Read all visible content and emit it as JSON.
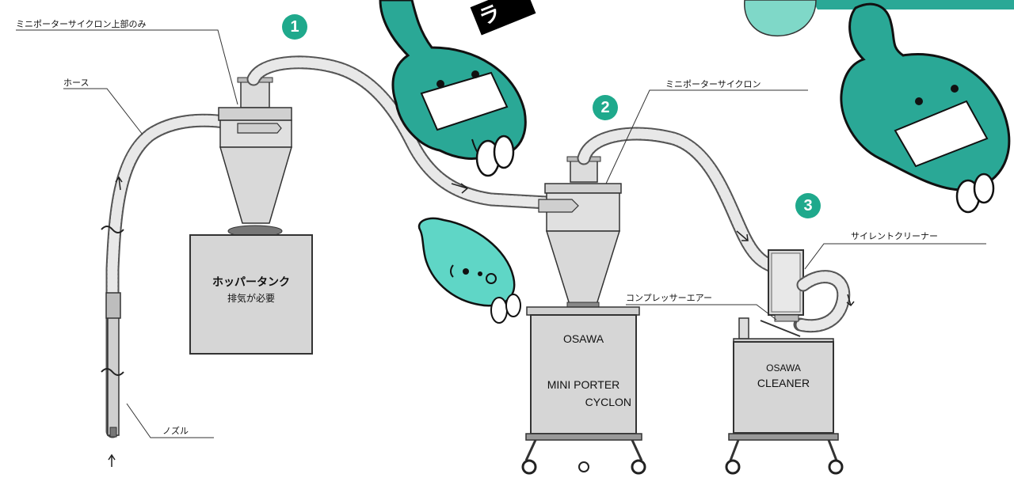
{
  "labels": {
    "top_only": "ミニポーターサイクロン上部のみ",
    "hose": "ホース",
    "nozzle": "ノズル",
    "mini_porter": "ミニポーターサイクロン",
    "silent_cleaner": "サイレントクリーナー",
    "compressor_air": "コンプレッサーエアー"
  },
  "hopper": {
    "line1": "ホッパータンク",
    "line2": "排気が必要"
  },
  "cyclone_unit": {
    "line1": "OSAWA",
    "line2": "MINI PORTER",
    "line3": "CYCLON"
  },
  "cleaner_unit": {
    "line1": "OSAWA",
    "line2": "CLEANER"
  },
  "badges": [
    "1",
    "2",
    "3"
  ],
  "banner_text": "ラ",
  "colors": {
    "accent": "#1fa98c",
    "mascot": "#2aa896",
    "mascot_light": "#5fd6c6",
    "metal": "#d9d9d9",
    "hose": "#e4e4e4"
  }
}
